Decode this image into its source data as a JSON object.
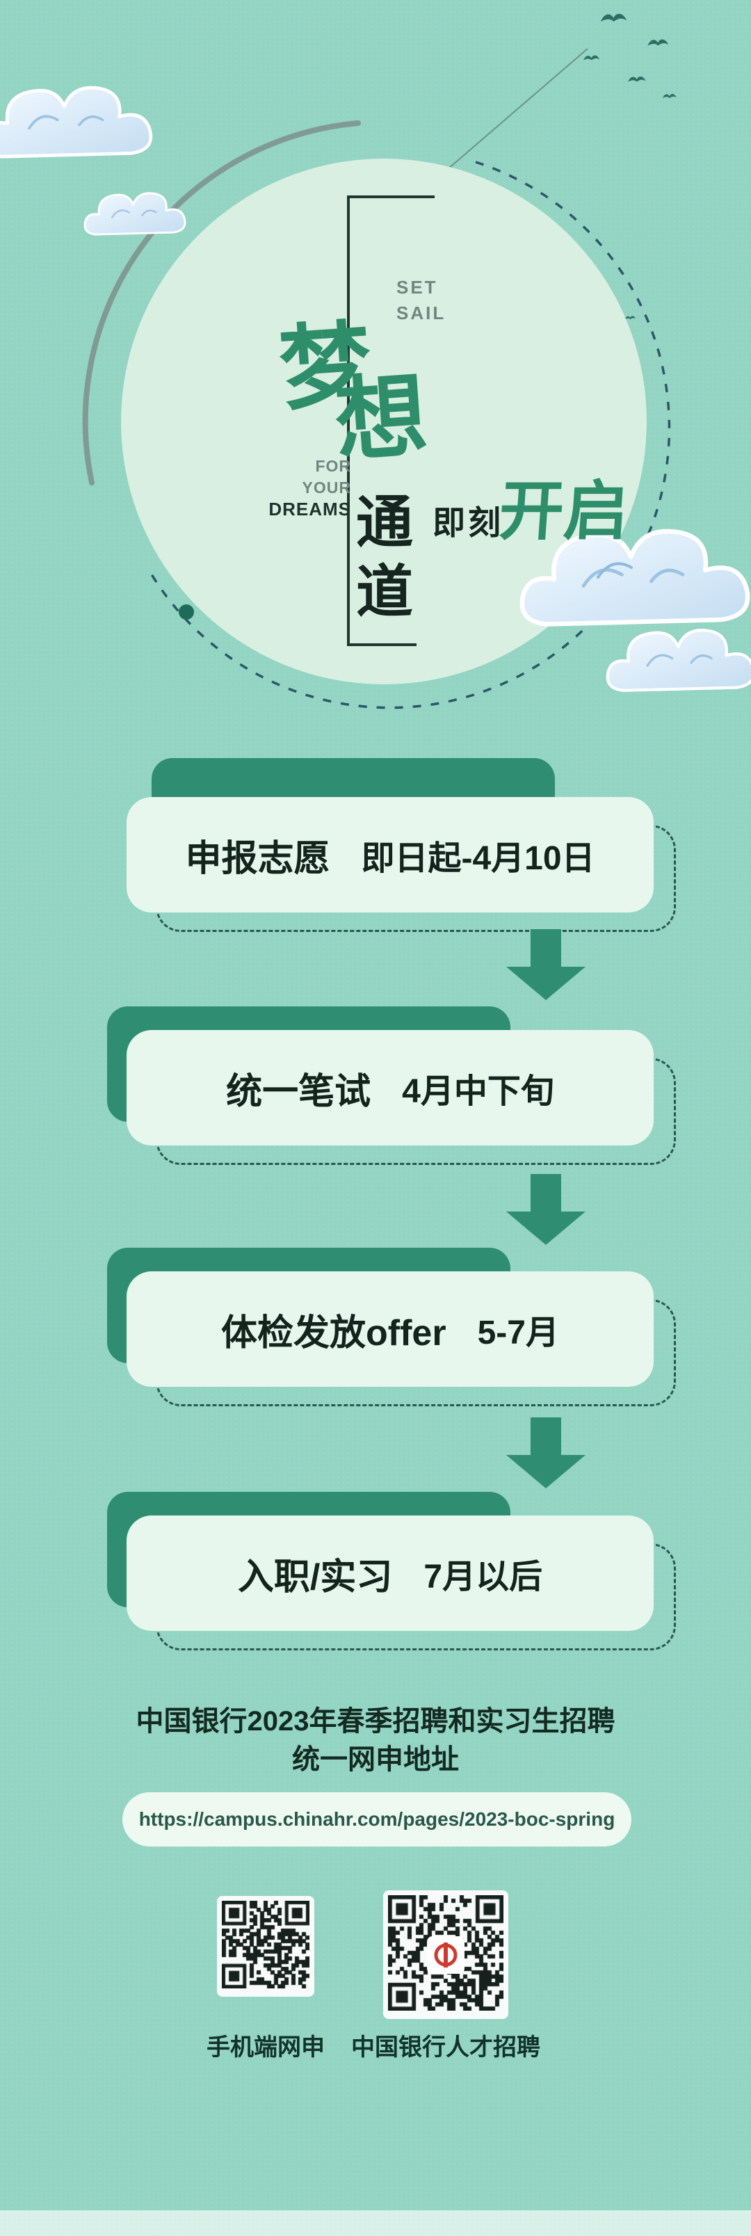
{
  "colors": {
    "background": "#93d4c3",
    "dark_green": "#2f8e71",
    "accent_green": "#2e8e6b",
    "card_bg": "#e7f7ee",
    "circle_bg": "#d9efe2",
    "text_dark": "#13241d",
    "dash_outline": "#2a584e",
    "logo_red": "#cf3a30"
  },
  "icons": {
    "clouds": "cloud-decoration",
    "birds": "flying-birds",
    "arrow": "down-block-arrow",
    "qr": "qr-code",
    "boc_logo": "bank-of-china-emblem"
  },
  "hero": {
    "set_sail_line1": "SET",
    "set_sail_line2": "SAIL",
    "dream_char1": "梦",
    "dream_char2": "想",
    "for_word": "FOR",
    "your_word": "YOUR",
    "dreams_word": "DREAMS",
    "channel_char1": "通",
    "channel_char2": "道",
    "jike": "即刻",
    "kaiqi": "开启"
  },
  "steps": [
    {
      "title": "申报志愿",
      "date": "即日起-4月10日"
    },
    {
      "title": "统一笔试",
      "date": "4月中下旬"
    },
    {
      "title": "体检发放offer",
      "date": "5-7月"
    },
    {
      "title": "入职/实习",
      "date": "7月以后"
    }
  ],
  "footer": {
    "line1": "中国银行2023年春季招聘和实习生招聘",
    "line2": "统一网申地址",
    "url": "https://campus.chinahr.com/pages/2023-boc-spring",
    "qr_left_label": "手机端网申",
    "qr_right_label": "中国银行人才招聘"
  }
}
